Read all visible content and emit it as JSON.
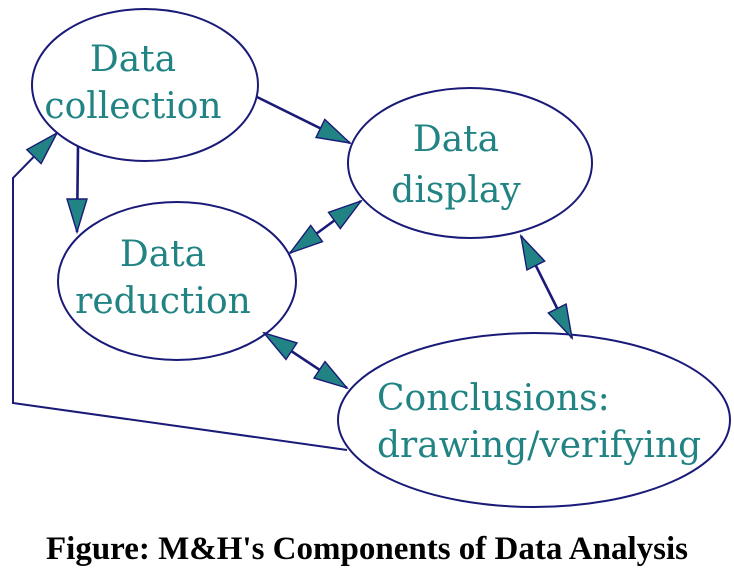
{
  "caption": "Figure: M&H's Components of Data Analysis",
  "colors": {
    "background": "#ffffff",
    "outline": "#1a1a78",
    "text": "#218383",
    "arrow_fill": "#218383",
    "caption": "#000000"
  },
  "nodes": [
    {
      "id": "data-collection",
      "line1": "Data",
      "line2": "collection"
    },
    {
      "id": "data-display",
      "line1": "Data",
      "line2": "display"
    },
    {
      "id": "data-reduction",
      "line1": "Data",
      "line2": "reduction"
    },
    {
      "id": "conclusions",
      "line1": "Conclusions:",
      "line2": "drawing/verifying"
    }
  ],
  "edges": [
    {
      "from": "data-collection",
      "to": "data-display",
      "direction": "one-way"
    },
    {
      "from": "data-collection",
      "to": "data-reduction",
      "direction": "one-way"
    },
    {
      "from": "data-display",
      "to": "data-reduction",
      "direction": "two-way"
    },
    {
      "from": "data-display",
      "to": "conclusions",
      "direction": "two-way"
    },
    {
      "from": "data-reduction",
      "to": "conclusions",
      "direction": "two-way"
    },
    {
      "from": "conclusions",
      "to": "data-collection",
      "direction": "one-way"
    }
  ]
}
